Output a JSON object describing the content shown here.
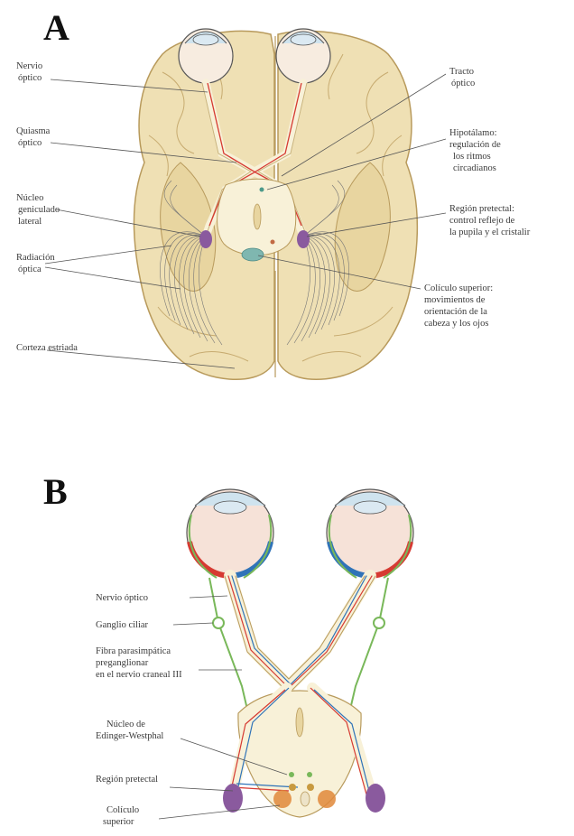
{
  "panel_a": {
    "letter": "A",
    "labels": {
      "nervio_optico": [
        "Nervio",
        "óptico"
      ],
      "quiasma_optico": [
        "Quiasma",
        "óptico"
      ],
      "nucleo_geniculado": [
        "Núcleo",
        "geniculado",
        "lateral"
      ],
      "radiacion_optica": [
        "Radiación",
        "óptica"
      ],
      "corteza_estriada": [
        "Corteza estriada"
      ],
      "tracto_optico": [
        "Tracto",
        "óptico"
      ],
      "hipotalamo": [
        "Hipotálamo:",
        "regulación de",
        "los ritmos",
        "circadianos"
      ],
      "region_pretectal": [
        "Región pretectal:",
        "control reflejo de",
        "la pupila y el cristalir"
      ],
      "coliculo_superior": [
        "Colículo superior:",
        "movimientos de",
        "orientación de la",
        "cabeza y los ojos"
      ]
    }
  },
  "panel_b": {
    "letter": "B",
    "labels": {
      "nervio_optico": [
        "Nervio óptico"
      ],
      "ganglio_ciliar": [
        "Ganglio ciliar"
      ],
      "fibra_parasimpatica": [
        "Fibra parasimpática",
        "preganglionar",
        "en el nervio craneal III"
      ],
      "nucleo_edinger": [
        "Núcleo de",
        "Edinger-Westphal"
      ],
      "region_pretectal": [
        "Región pretectal"
      ],
      "coliculo_superior": [
        "Colículo",
        "superior"
      ]
    }
  },
  "colors": {
    "brain": "#efe0b4",
    "brain_stroke": "#b89a5c",
    "nerve": "#f8f1d8",
    "retina_red": "#d63a32",
    "retina_blue": "#2f73b8",
    "green_fiber": "#79b85a",
    "nucleus_purple": "#8a5a9e",
    "colliculus_orange": "#e0883a"
  }
}
